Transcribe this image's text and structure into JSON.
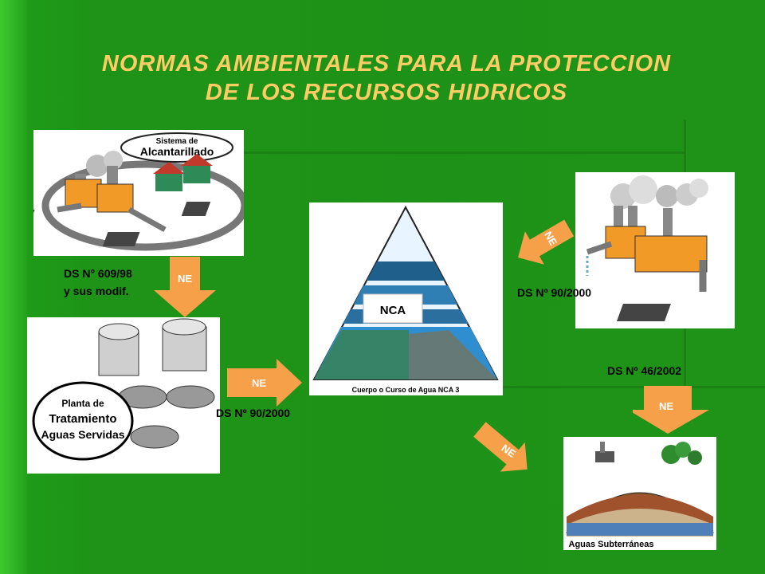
{
  "title": {
    "line1": "NORMAS AMBIENTALES PARA LA PROTECCION",
    "line2": "DE LOS RECURSOS HIDRICOS"
  },
  "sewer": {
    "caption_line1": "Sistema de",
    "caption_line2": "Alcantarillado"
  },
  "plant": {
    "caption_line1": "Planta de",
    "caption_line2": "Tratamiento",
    "caption_line3": "Aguas Servidas"
  },
  "pyramid": {
    "center_label": "NCA",
    "caption": "Cuerpo o Curso de Agua  NCA 3"
  },
  "groundwater": {
    "caption": "Aguas Subterráneas"
  },
  "labels": {
    "ds609_line1": "DS N° 609/98",
    "ds609_line2": "y sus modif.",
    "ds90_bottom": "DS Nº 90/2000",
    "ds90_right": "DS Nº 90/2000",
    "ds46": "DS Nº 46/2002"
  },
  "arrows": {
    "down_left": "NE",
    "right_mid": "NE",
    "diag_top": "NE",
    "down_right": "NE",
    "diag_bottom": "NE"
  },
  "colors": {
    "title": "#ffcc66",
    "arrow": "#f7a04a",
    "background": "#1f9218"
  }
}
